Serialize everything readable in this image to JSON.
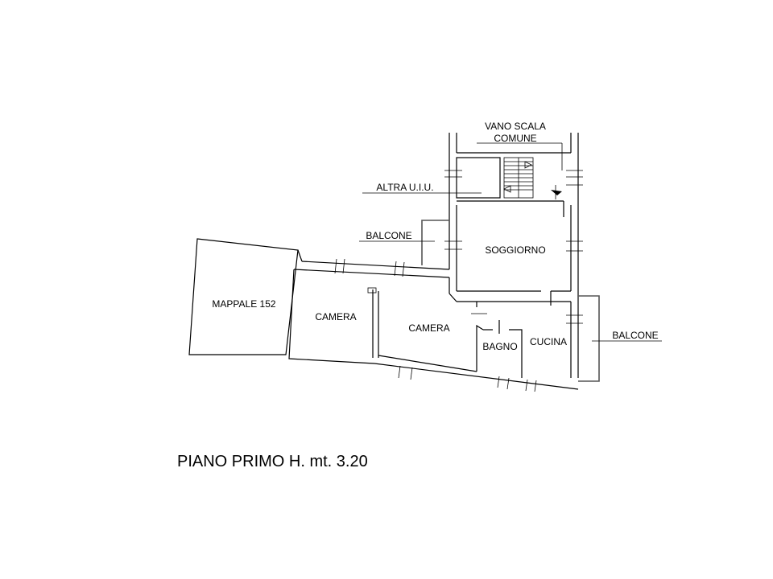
{
  "plan": {
    "labels": {
      "vano_scala_1": "VANO SCALA",
      "vano_scala_2": "COMUNE",
      "altra_uiu": "ALTRA U.I.U.",
      "balcone_left": "BALCONE",
      "soggiorno": "SOGGIORNO",
      "mappale": "MAPPALE 152",
      "camera_1": "CAMERA",
      "camera_2": "CAMERA",
      "bagno": "BAGNO",
      "cucina": "CUCINA",
      "balcone_right": "BALCONE"
    },
    "title": "PIANO PRIMO H. mt. 3.20"
  }
}
